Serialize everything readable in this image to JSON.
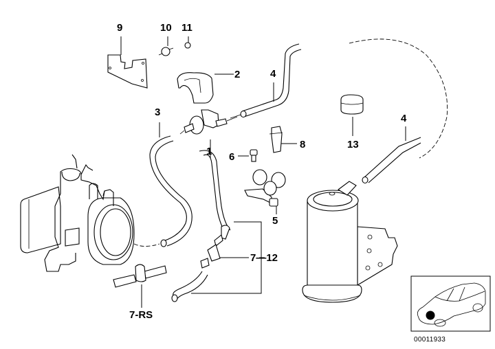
{
  "diagram": {
    "title": "Fuel tank breather valve / activated charcoal filter parts diagram",
    "callouts": [
      {
        "id": "c1",
        "label": "1",
        "part": "fuel tank breather valve"
      },
      {
        "id": "c2",
        "label": "2",
        "part": "valve holder"
      },
      {
        "id": "c3",
        "label": "3",
        "part": "hose"
      },
      {
        "id": "c4a",
        "label": "4",
        "part": "fuel vent hose (upper)"
      },
      {
        "id": "c4b",
        "label": "4",
        "part": "fuel vent hose (to canister)"
      },
      {
        "id": "c5",
        "label": "5",
        "part": "hose clip bracket"
      },
      {
        "id": "c6",
        "label": "6",
        "part": "screw"
      },
      {
        "id": "c7-12",
        "label": "7—12",
        "part": "hose assembly with check valve"
      },
      {
        "id": "c7rs",
        "label": "7-RS",
        "part": "check valve T-piece"
      },
      {
        "id": "c8",
        "label": "8",
        "part": "connector"
      },
      {
        "id": "c9",
        "label": "9",
        "part": "bracket plate"
      },
      {
        "id": "c10",
        "label": "10",
        "part": "rubber mount"
      },
      {
        "id": "c11",
        "label": "11",
        "part": "nut"
      },
      {
        "id": "c13",
        "label": "13",
        "part": "cap"
      }
    ],
    "thumbnail": {
      "code": "00011933",
      "marker": "front-left engine bay location"
    }
  }
}
